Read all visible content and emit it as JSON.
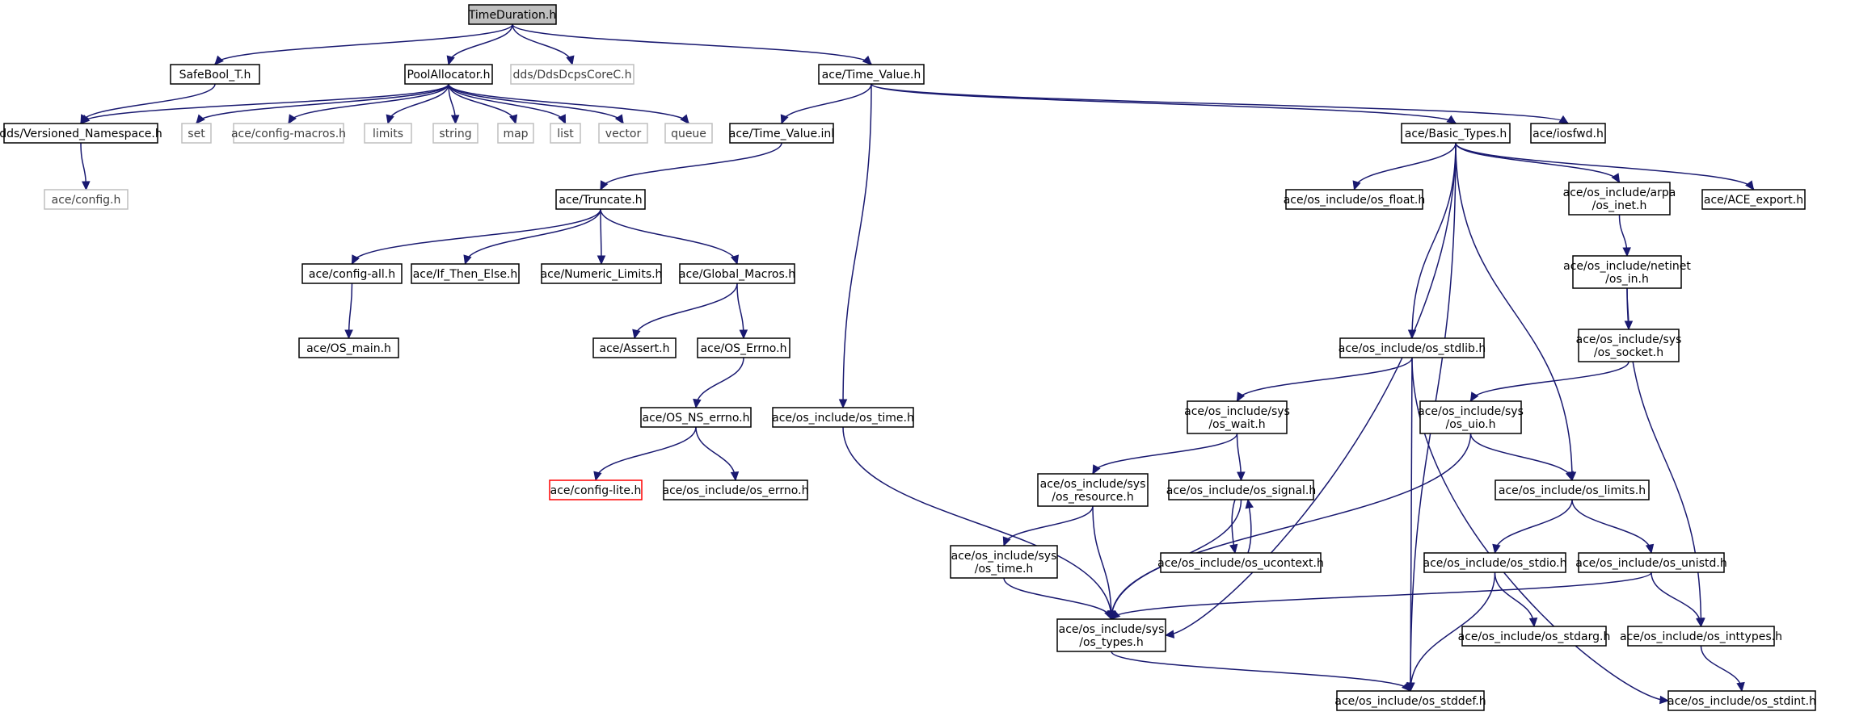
{
  "colors": {
    "edge": "#191970",
    "node_border": "#000000",
    "node_border_external": "#bfbfbf",
    "node_border_truncated": "#ff0000",
    "root_fill": "#bfbfbf",
    "node_fill": "#ffffff"
  },
  "nodes": [
    {
      "id": "n0",
      "kind": "root",
      "lines": [
        "TimeDuration.h"
      ]
    },
    {
      "id": "n1",
      "kind": "normal",
      "lines": [
        "SafeBool_T.h"
      ]
    },
    {
      "id": "n2",
      "kind": "normal",
      "lines": [
        "PoolAllocator.h"
      ]
    },
    {
      "id": "n3",
      "kind": "external",
      "lines": [
        "dds/DdsDcpsCoreC.h"
      ]
    },
    {
      "id": "n4",
      "kind": "normal",
      "lines": [
        "ace/Time_Value.h"
      ]
    },
    {
      "id": "n5",
      "kind": "normal",
      "lines": [
        "dds/Versioned_Namespace.h"
      ]
    },
    {
      "id": "n6",
      "kind": "external",
      "lines": [
        "set"
      ]
    },
    {
      "id": "n7",
      "kind": "external",
      "lines": [
        "ace/config-macros.h"
      ]
    },
    {
      "id": "n8",
      "kind": "external",
      "lines": [
        "limits"
      ]
    },
    {
      "id": "n9",
      "kind": "external",
      "lines": [
        "string"
      ]
    },
    {
      "id": "n10",
      "kind": "external",
      "lines": [
        "map"
      ]
    },
    {
      "id": "n11",
      "kind": "external",
      "lines": [
        "list"
      ]
    },
    {
      "id": "n12",
      "kind": "external",
      "lines": [
        "vector"
      ]
    },
    {
      "id": "n13",
      "kind": "external",
      "lines": [
        "queue"
      ]
    },
    {
      "id": "n14",
      "kind": "normal",
      "lines": [
        "ace/Time_Value.inl"
      ]
    },
    {
      "id": "n15",
      "kind": "normal",
      "lines": [
        "ace/Basic_Types.h"
      ]
    },
    {
      "id": "n16",
      "kind": "normal",
      "lines": [
        "ace/iosfwd.h"
      ]
    },
    {
      "id": "n17",
      "kind": "external",
      "lines": [
        "ace/config.h"
      ]
    },
    {
      "id": "n18",
      "kind": "normal",
      "lines": [
        "ace/Truncate.h"
      ]
    },
    {
      "id": "n19",
      "kind": "normal",
      "lines": [
        "ace/os_include/os_float.h"
      ]
    },
    {
      "id": "n20",
      "kind": "normal",
      "lines": [
        "ace/os_include/arpa",
        "/os_inet.h"
      ]
    },
    {
      "id": "n21",
      "kind": "normal",
      "lines": [
        "ace/ACE_export.h"
      ]
    },
    {
      "id": "n22",
      "kind": "normal",
      "lines": [
        "ace/config-all.h"
      ]
    },
    {
      "id": "n23",
      "kind": "normal",
      "lines": [
        "ace/If_Then_Else.h"
      ]
    },
    {
      "id": "n24",
      "kind": "normal",
      "lines": [
        "ace/Numeric_Limits.h"
      ]
    },
    {
      "id": "n25",
      "kind": "normal",
      "lines": [
        "ace/Global_Macros.h"
      ]
    },
    {
      "id": "n26",
      "kind": "normal",
      "lines": [
        "ace/os_include/netinet",
        "/os_in.h"
      ]
    },
    {
      "id": "n27",
      "kind": "normal",
      "lines": [
        "ace/OS_main.h"
      ]
    },
    {
      "id": "n28",
      "kind": "normal",
      "lines": [
        "ace/Assert.h"
      ]
    },
    {
      "id": "n29",
      "kind": "normal",
      "lines": [
        "ace/OS_Errno.h"
      ]
    },
    {
      "id": "n30",
      "kind": "normal",
      "lines": [
        "ace/os_include/os_stdlib.h"
      ]
    },
    {
      "id": "n31",
      "kind": "normal",
      "lines": [
        "ace/os_include/sys",
        "/os_socket.h"
      ]
    },
    {
      "id": "n32",
      "kind": "normal",
      "lines": [
        "ace/OS_NS_errno.h"
      ]
    },
    {
      "id": "n33",
      "kind": "normal",
      "lines": [
        "ace/os_include/os_time.h"
      ]
    },
    {
      "id": "n34",
      "kind": "normal",
      "lines": [
        "ace/os_include/sys",
        "/os_wait.h"
      ]
    },
    {
      "id": "n35",
      "kind": "normal",
      "lines": [
        "ace/os_include/sys",
        "/os_uio.h"
      ]
    },
    {
      "id": "n36",
      "kind": "truncated",
      "lines": [
        "ace/config-lite.h"
      ]
    },
    {
      "id": "n37",
      "kind": "normal",
      "lines": [
        "ace/os_include/os_errno.h"
      ]
    },
    {
      "id": "n38",
      "kind": "normal",
      "lines": [
        "ace/os_include/sys",
        "/os_resource.h"
      ]
    },
    {
      "id": "n39",
      "kind": "normal",
      "lines": [
        "ace/os_include/os_signal.h"
      ]
    },
    {
      "id": "n40",
      "kind": "normal",
      "lines": [
        "ace/os_include/os_limits.h"
      ]
    },
    {
      "id": "n41",
      "kind": "normal",
      "lines": [
        "ace/os_include/os_ucontext.h"
      ]
    },
    {
      "id": "n42",
      "kind": "normal",
      "lines": [
        "ace/os_include/sys",
        "/os_time.h"
      ]
    },
    {
      "id": "n43",
      "kind": "normal",
      "lines": [
        "ace/os_include/os_stdio.h"
      ]
    },
    {
      "id": "n44",
      "kind": "normal",
      "lines": [
        "ace/os_include/os_unistd.h"
      ]
    },
    {
      "id": "n45",
      "kind": "normal",
      "lines": [
        "ace/os_include/sys",
        "/os_types.h"
      ]
    },
    {
      "id": "n46",
      "kind": "normal",
      "lines": [
        "ace/os_include/os_stdarg.h"
      ]
    },
    {
      "id": "n47",
      "kind": "normal",
      "lines": [
        "ace/os_include/os_inttypes.h"
      ]
    },
    {
      "id": "n48",
      "kind": "normal",
      "lines": [
        "ace/os_include/os_stddef.h"
      ]
    },
    {
      "id": "n49",
      "kind": "normal",
      "lines": [
        "ace/os_include/os_stdint.h"
      ]
    }
  ],
  "edges": [
    [
      "n0",
      "n1"
    ],
    [
      "n0",
      "n2"
    ],
    [
      "n0",
      "n3"
    ],
    [
      "n0",
      "n4"
    ],
    [
      "n1",
      "n5"
    ],
    [
      "n2",
      "n5"
    ],
    [
      "n2",
      "n6"
    ],
    [
      "n2",
      "n7"
    ],
    [
      "n2",
      "n8"
    ],
    [
      "n2",
      "n9"
    ],
    [
      "n2",
      "n10"
    ],
    [
      "n2",
      "n11"
    ],
    [
      "n2",
      "n12"
    ],
    [
      "n2",
      "n13"
    ],
    [
      "n4",
      "n14"
    ],
    [
      "n4",
      "n15"
    ],
    [
      "n4",
      "n16"
    ],
    [
      "n4",
      "n33"
    ],
    [
      "n5",
      "n17"
    ],
    [
      "n14",
      "n18"
    ],
    [
      "n15",
      "n19"
    ],
    [
      "n15",
      "n20"
    ],
    [
      "n15",
      "n21"
    ],
    [
      "n15",
      "n30"
    ],
    [
      "n15",
      "n40"
    ],
    [
      "n15",
      "n45"
    ],
    [
      "n15",
      "n48"
    ],
    [
      "n18",
      "n22"
    ],
    [
      "n18",
      "n23"
    ],
    [
      "n18",
      "n24"
    ],
    [
      "n18",
      "n25"
    ],
    [
      "n20",
      "n26"
    ],
    [
      "n22",
      "n27"
    ],
    [
      "n25",
      "n28"
    ],
    [
      "n25",
      "n29"
    ],
    [
      "n26",
      "n31"
    ],
    [
      "n26",
      "n47"
    ],
    [
      "n29",
      "n32"
    ],
    [
      "n30",
      "n34"
    ],
    [
      "n30",
      "n48"
    ],
    [
      "n30",
      "n49"
    ],
    [
      "n31",
      "n35"
    ],
    [
      "n32",
      "n36"
    ],
    [
      "n32",
      "n37"
    ],
    [
      "n33",
      "n45"
    ],
    [
      "n34",
      "n38"
    ],
    [
      "n34",
      "n39"
    ],
    [
      "n35",
      "n40"
    ],
    [
      "n35",
      "n45"
    ],
    [
      "n38",
      "n42"
    ],
    [
      "n38",
      "n45"
    ],
    [
      "n39",
      "n41"
    ],
    [
      "n39",
      "n45"
    ],
    [
      "n41",
      "n39"
    ],
    [
      "n40",
      "n43"
    ],
    [
      "n40",
      "n44"
    ],
    [
      "n42",
      "n45"
    ],
    [
      "n43",
      "n46"
    ],
    [
      "n43",
      "n48"
    ],
    [
      "n44",
      "n45"
    ],
    [
      "n44",
      "n47"
    ],
    [
      "n45",
      "n48"
    ],
    [
      "n47",
      "n49"
    ]
  ]
}
